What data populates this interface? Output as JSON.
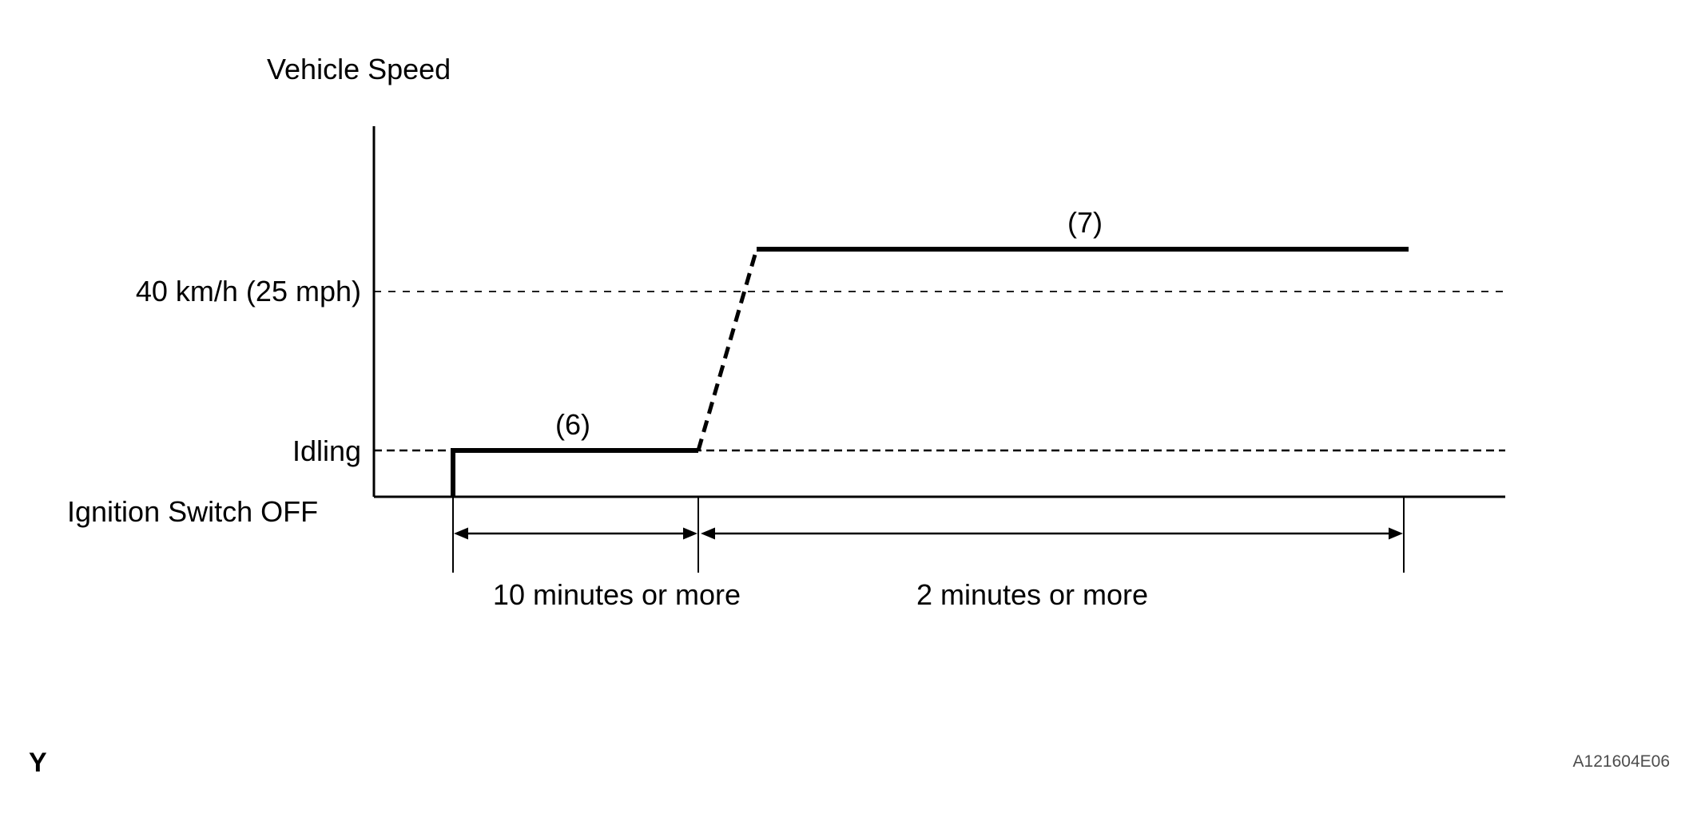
{
  "figure": {
    "axis_title": "Vehicle Speed",
    "labels": {
      "speed_threshold": "40 km/h (25 mph)",
      "idling": "Idling",
      "ignition_off": "Ignition Switch OFF",
      "segment_6": "(6)",
      "segment_7": "(7)",
      "duration_1": "10 minutes or more",
      "duration_2": "2 minutes or more"
    },
    "footer": {
      "page_marker": "Y",
      "figure_code": "A121604E06"
    }
  },
  "diagram_data": {
    "type": "timing-diagram",
    "y_axis": "Vehicle Speed",
    "reference_levels": [
      "Ignition Switch OFF",
      "Idling",
      "40 km/h (25 mph)"
    ],
    "segments": [
      {
        "id": "(6)",
        "level": "Idling",
        "duration": "10 minutes or more",
        "line_style": "solid"
      },
      {
        "id": "transition",
        "level": "Idling to above 40 km/h (25 mph)",
        "line_style": "dashed"
      },
      {
        "id": "(7)",
        "level": "above 40 km/h (25 mph)",
        "duration": "2 minutes or more",
        "line_style": "solid"
      }
    ],
    "gridlines": [
      "40 km/h (25 mph) dashed",
      "Idling dashed"
    ],
    "baseline": "Ignition Switch OFF"
  },
  "colors": {
    "line": "#000000",
    "text": "#000000",
    "figure_code_text": "#4d4d4d",
    "background": "#ffffff"
  }
}
